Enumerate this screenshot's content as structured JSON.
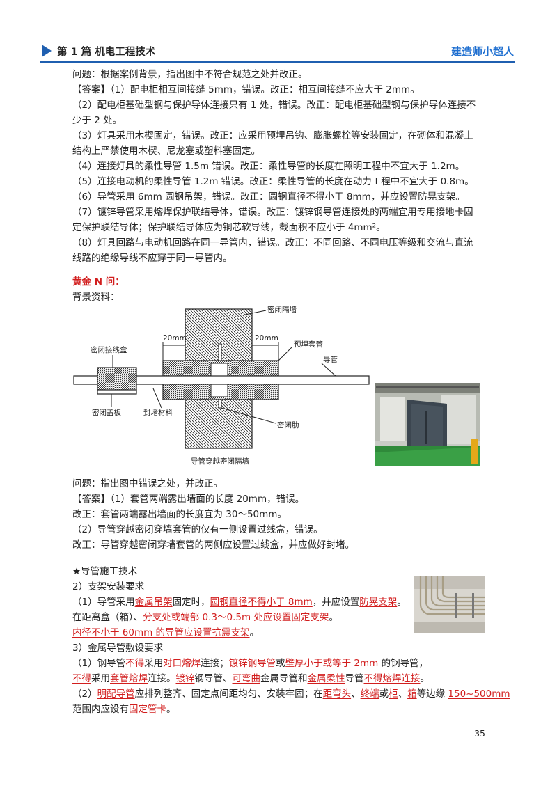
{
  "header": {
    "chapter": "第 1 篇  机电工程技术",
    "brand": "建造师小超人"
  },
  "case1": {
    "question": "问题：根据案例背景，指出图中不符合规范之处并改正。",
    "lines": [
      "【答案】（1）配电柜相互间接缝 5mm，错误。改正：相互间接缝不应大于 2mm。",
      "（2）配电柜基础型钢与保护导体连接只有 1 处，错误。改正：配电柜基础型钢与保护导体连接不",
      "少于 2 处。",
      "（3）灯具采用木楔固定，错误。改正：应采用预埋吊钩、膨胀螺栓等安装固定，在砌体和混凝土",
      "结构上严禁使用木楔、尼龙塞或塑料塞固定。",
      "（4）连接灯具的柔性导管 1.5m 错误。改正：柔性导管的长度在照明工程中不宜大于 1.2m。",
      "（5）连接电动机的柔性导管 1.2m 错误。改正：柔性导管的长度在动力工程中不宜大于 0.8m。",
      "（6）导管采用 6mm 圆钢吊架，错误。改正：圆钢直径不得小于 8mm，并应设置防晃支架。",
      "（7）镀锌导管采用熔焊保护联结导体，错误。改正：镀锌钢导管连接处的两端宜用专用接地卡固",
      "定保护联结导体；保护联结导体应为铜芯软导线，截面积不应小于 4mm²。",
      "（8）灯具回路与电动机回路在同一导管内，错误。改正：不同回路、不同电压等级和交流与直流",
      "线路的绝缘导线不应穿于同一导管内。"
    ]
  },
  "golden": {
    "title": "黄金 N 问：",
    "background": "背景资料："
  },
  "diagram": {
    "labels": {
      "seal_wall": "密闭隔墙",
      "dim_left": "20mm",
      "dim_right": "20mm",
      "embedded_sleeve": "预埋套管",
      "conduit": "导管",
      "junction_box": "密闭接线盒",
      "cover_plate": "密闭盖板",
      "sealing_material": "封堵材料",
      "seal_rib": "密闭肋",
      "caption": "导管穿越密闭隔墙"
    }
  },
  "case2": {
    "lines": [
      "问题：指出图中错误之处，并改正。",
      "【答案】（1）套管两端露出墙面的长度 20mm，错误。",
      "改正：套管两端露出墙面的长度宜为 30～50mm。",
      "（2）导管穿越密闭穿墙套管的仅有一侧设置过线盒，错误。",
      "改正：导管穿越密闭穿墙套管的两侧应设置过线盒，并应做好封堵。"
    ]
  },
  "tech": {
    "title": "★导管施工技术",
    "s2": "2）支架安装要求",
    "l1": [
      "（1）导管采用",
      "金属吊架",
      "固定时，",
      "圆钢直径不得小于 8mm",
      "，并应设置",
      "防晃支架",
      "。"
    ],
    "l2": [
      "在距离盒（箱）、",
      "分支处或端部 0.3～0.5m 处应设置固定支架",
      "。"
    ],
    "l3": [
      "内径不小于 60mm 的",
      "导管应设置抗震支架",
      "。"
    ],
    "s3": "3）金属导管敷设要求",
    "l4": [
      "（1）钢导管",
      "不得",
      "采用",
      "对口熔焊",
      "连接；",
      "镀锌钢导管",
      "或",
      "壁厚小于或等于 2mm",
      " 的钢导管，"
    ],
    "l5": [
      "不得",
      "采用",
      "套管熔焊",
      "连接。",
      "镀锌",
      "钢导管、",
      "可弯曲",
      "金属导管和",
      "金属柔性",
      "导管",
      "不得熔焊连接",
      "。"
    ],
    "l6": [
      "（2）",
      "明配导管",
      "应排列整齐、固定点间距均匀、安装牢固；在",
      "距弯头",
      "、",
      "终端",
      "或",
      "柜",
      "、",
      "箱",
      "等边缘 ",
      "150~500mm"
    ],
    "l7": [
      "范围内应设有",
      "固定管卡",
      "。"
    ]
  },
  "page_number": "35"
}
